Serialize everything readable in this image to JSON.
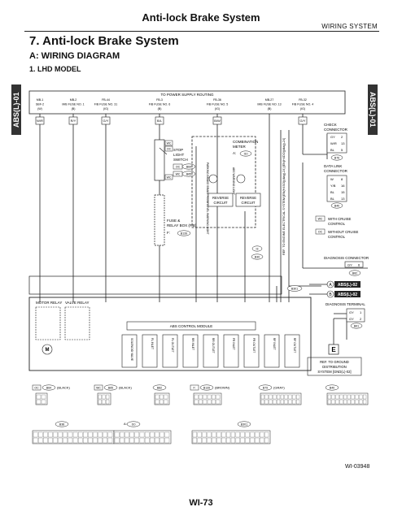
{
  "header": {
    "title": "Anti-lock Brake System",
    "right": "WIRING SYSTEM"
  },
  "section": {
    "title": "7.  Anti-lock Brake System",
    "sub": "A:  WIRING DIAGRAM",
    "model": "1.  LHD MODEL"
  },
  "side_tab": "ABS(L)-01",
  "power_routing": "TO POWER SUPPLY ROUTING",
  "fuses": [
    {
      "l1": "MB-1",
      "l2": "SBF-2",
      "l3": "(W)"
    },
    {
      "l1": "MB-2",
      "l2": "M/B FUSE NO. 1",
      "l3": "(B)"
    },
    {
      "l1": "FB-44",
      "l2": "F/B FUSE NO. 31",
      "l3": "(IG)"
    },
    {
      "l1": "FB-3",
      "l2": "F/B FUSE NO. 6",
      "l3": "(B)"
    },
    {
      "l1": "FB-36",
      "l2": "F/B FUSE NO. 5",
      "l3": "(IG)"
    },
    {
      "l1": "MB-27",
      "l2": "M/B FUSE NO. 13",
      "l3": "(B)"
    },
    {
      "l1": "FB-32",
      "l2": "F/B FUSE NO. 4",
      "l3": "(IG)"
    }
  ],
  "wires_top": [
    "W/R",
    "R/Y",
    "G/Y",
    "B/L",
    "B/W",
    "G/Y"
  ],
  "stop_switch": {
    "l1": "STOP",
    "l2": "LIGHT",
    "l3": "SWITCH",
    "wc": "WC",
    "oc": "OC",
    "c1": "B64",
    "c2": "B65"
  },
  "fuse_box": {
    "l1": "FUSE &",
    "l2": "RELAY BOX (F/B)",
    "conn": "F:",
    "code": "B139"
  },
  "combo_meter": {
    "l1": "COMBINATION",
    "l2": "METER",
    "conn": "A:",
    "code": "I10"
  },
  "meter_lights": {
    "park": "PARKING BRAKE/ BRAKE FLUID LEVEL WARNING LIGHT",
    "abs": "ABS WARNING LIGHT"
  },
  "reverse": {
    "l1": "REVERSE",
    "l2": "CIRCUIT"
  },
  "ref_engine": "REF. TO ENGINE ELECTRICAL SYSTEM [EN(H4SO)(diag)-24] [EN(H4DO)(diag)-24]",
  "check_connector": {
    "title1": "CHECK",
    "title2": "CONNECTOR",
    "rows": [
      {
        "c": "GY",
        "n": "2"
      },
      {
        "c": "W/R",
        "n": "13"
      },
      {
        "c": "BL",
        "n": "5"
      }
    ],
    "code": "B76"
  },
  "dlc": {
    "title1": "DATA LINK",
    "title2": "CONNECTOR",
    "rows": [
      {
        "c": "W",
        "n": "8"
      },
      {
        "c": "Y/B",
        "n": "16"
      },
      {
        "c": "BL",
        "n": "15"
      },
      {
        "c": "BL",
        "n": "13"
      }
    ],
    "code": "B40"
  },
  "legend": [
    {
      "k": "WC",
      "v1": "WITH CRUISE",
      "v2": "CONTROL"
    },
    {
      "k": "OC",
      "v1": "WITHOUT CRUISE",
      "v2": "CONTROL"
    }
  ],
  "diag_conn": {
    "title": "DIAGNOSIS CONNECTOR",
    "c": "GY",
    "n": "6",
    "code": "B82"
  },
  "abs_refs": [
    {
      "k": "A",
      "v": "ABS(L)-02"
    },
    {
      "k": "B",
      "v": "ABS(L)-02"
    }
  ],
  "diag_term": {
    "title": "DIAGNOSIS TERMINAL",
    "rows": [
      {
        "c": "GY",
        "n": "1"
      },
      {
        "c": "GY",
        "n": "2"
      }
    ],
    "code": "B61"
  },
  "ground": {
    "sym": "E",
    "l1": "REF. TO GROUND",
    "l2": "DISTRIBUTION",
    "l3": "SYSTEM [GND(L)-02]"
  },
  "b301": "B301",
  "i3": "I3",
  "b30": "B30",
  "module": {
    "title": "ABS CONTROL MODULE",
    "motor_relay": "MOTOR RELAY",
    "valve_relay": "VALVE RELAY",
    "valves": [
      "SOLENOID VALVE",
      "FL INLET",
      "FL OUTLET",
      "RR INLET",
      "RR OUTLET",
      "FR INLET",
      "FR OUTLET",
      "RF INLET",
      "RF OUTLET"
    ]
  },
  "connectors_row1": [
    {
      "k": "OC",
      "code": "B64",
      "color": "(BLACK)"
    },
    {
      "k": "WC",
      "code": "B65",
      "color": "(BLACK)"
    },
    {
      "k": "",
      "code": "B82",
      "color": ""
    },
    {
      "k": "F:",
      "code": "B139",
      "color": "(BROWN)"
    },
    {
      "k": "",
      "code": "B79",
      "color": "(GRAY)"
    },
    {
      "k": "",
      "code": "B40",
      "color": ""
    }
  ],
  "connectors_row2": [
    {
      "k": "",
      "code": "B38"
    },
    {
      "k": "A:",
      "code": "I10"
    },
    {
      "k": "",
      "code": "B301"
    }
  ],
  "ref_code": "WI-03948",
  "page_num": "WI-73"
}
